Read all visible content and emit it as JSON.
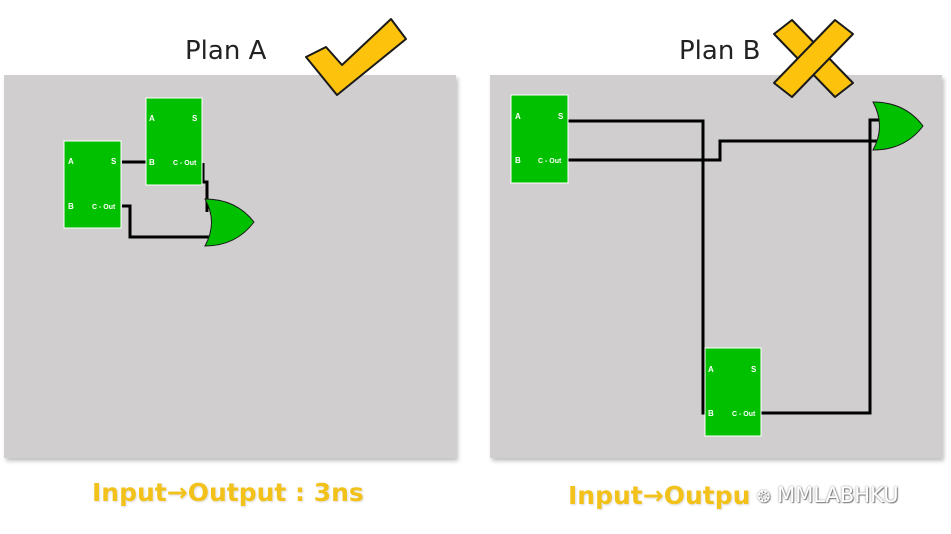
{
  "plan_a": {
    "title": "Plan A",
    "verdict_icon": "check-mark-icon",
    "caption": "Input→Output : 3ns",
    "adder_top": {
      "pin_a": "A",
      "pin_s": "S",
      "pin_b": "B",
      "pin_cout": "C - Out"
    },
    "adder_left": {
      "pin_a": "A",
      "pin_s": "S",
      "pin_b": "B",
      "pin_cout": "C - Out"
    }
  },
  "plan_b": {
    "title": "Plan B",
    "verdict_icon": "cross-mark-icon",
    "caption": "Input→Outpu",
    "adder_top": {
      "pin_a": "A",
      "pin_s": "S",
      "pin_b": "B",
      "pin_cout": "C - Out"
    },
    "adder_bottom": {
      "pin_a": "A",
      "pin_s": "S",
      "pin_b": "B",
      "pin_cout": "C - Out"
    }
  },
  "watermark": "MMLABHKU",
  "colors": {
    "panel": "#d0cece",
    "block": "#00c000",
    "wire": "#000000",
    "caption": "#f2c21b",
    "mark_fill": "#fcc20c",
    "mark_stroke": "#1a1a1a"
  }
}
